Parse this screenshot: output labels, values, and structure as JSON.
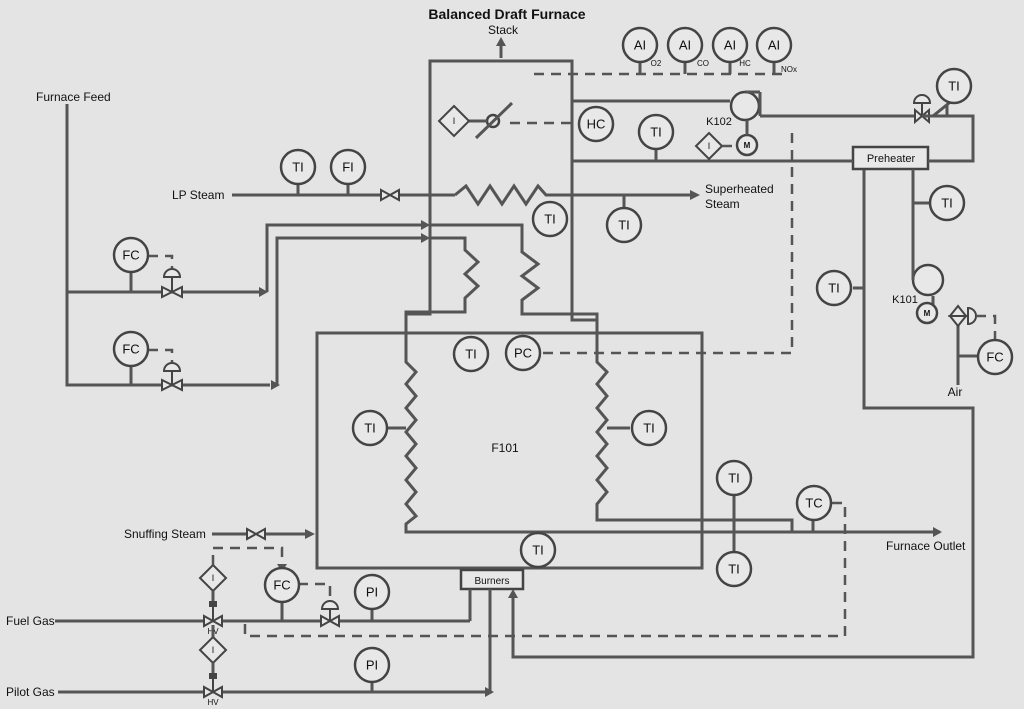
{
  "title": "Balanced Draft Furnace",
  "labels": {
    "stack": "Stack",
    "furnace_feed": "Furnace Feed",
    "lp_steam": "LP Steam",
    "superheated_steam_1": "Superheated",
    "superheated_steam_2": "Steam",
    "snuffing_steam": "Snuffing Steam",
    "fuel_gas": "Fuel Gas",
    "pilot_gas": "Pilot Gas",
    "furnace_outlet": "Furnace Outlet",
    "air": "Air",
    "furnace_id": "F101",
    "burners": "Burners",
    "preheater": "Preheater",
    "k102": "K102",
    "k101": "K101",
    "motor": "M",
    "hv": "HV",
    "transducer": "I"
  },
  "instruments": {
    "ai_o2": "AI",
    "ai_co": "AI",
    "ai_hc": "AI",
    "ai_nox": "AI",
    "hc": "HC",
    "ti_duct": "TI",
    "ti_air_top": "TI",
    "ti_preheat_out": "TI",
    "ti_lp": "TI",
    "fi_lp": "FI",
    "ti_conv": "TI",
    "ti_super": "TI",
    "fc_feed1": "FC",
    "fc_feed2": "FC",
    "ti_flue": "TI",
    "ti_rad_top": "TI",
    "pc_draft": "PC",
    "ti_rad_left": "TI",
    "ti_rad_right": "TI",
    "ti_outlet_top": "TI",
    "tc_outlet": "TC",
    "ti_outlet_bottom": "TI",
    "ti_burner": "TI",
    "fc_air": "FC",
    "fc_fuel": "FC",
    "pi_fuel": "PI",
    "pi_pilot": "PI"
  },
  "analyzer_tags": {
    "o2": "O2",
    "co": "CO",
    "hc": "HC",
    "nox": "NOx"
  }
}
